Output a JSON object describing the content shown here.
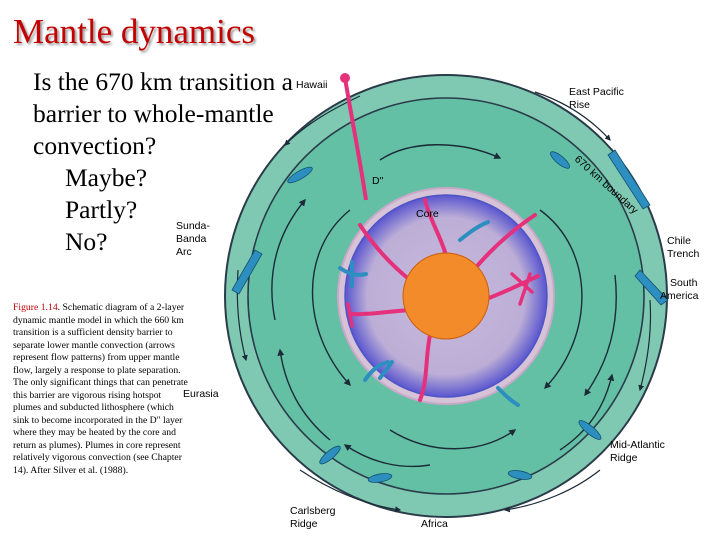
{
  "title": "Mantle dynamics",
  "question_lines": [
    "Is the 670 km transition a",
    "barrier to whole-mantle",
    "convection?",
    "Maybe?",
    "Partly?",
    "No?"
  ],
  "caption": {
    "figure": "Figure 1.14",
    "text": ". Schematic diagram of a 2-layer dynamic mantle model in which the 660 km transition is a sufficient density barrier to separate lower mantle convection (arrows represent flow patterns) from upper mantle flow, largely a response to plate separation. The only significant things that can penetrate this barrier are vigorous rising hotspot plumes and subducted lithosphere (which sink to become incorporated in the D\" layer where they may be heated by the core and return as plumes). Plumes in core represent relatively vigorous convection (see Chapter 14). After Silver et al. (1988)."
  },
  "diagram": {
    "labels": {
      "hawaii": "Hawaii",
      "epr_1": "East Pacific",
      "epr_2": "Rise",
      "d_double_prime": "D\"",
      "core": "Core",
      "sunda_1": "Sunda-",
      "sunda_2": "Banda",
      "sunda_3": "Arc",
      "chile_1": "Chile",
      "chile_2": "Trench",
      "sa_1": "South",
      "sa_2": "America",
      "eurasia": "Eurasia",
      "mar_1": "Mid-Atlantic",
      "mar_2": "Ridge",
      "carlsberg_1": "Carlsberg",
      "carlsberg_2": "Ridge",
      "africa": "Africa",
      "boundary": "670 km boundary"
    },
    "colors": {
      "upper_mantle": "#7fc9b2",
      "lower_mantle": "#64c0a5",
      "core_fill": "#c7b8db",
      "inner_core": "#f48b2a",
      "plume": "#e5317b",
      "slab": "#2c8fc0",
      "outline": "#2a3b4a"
    }
  }
}
